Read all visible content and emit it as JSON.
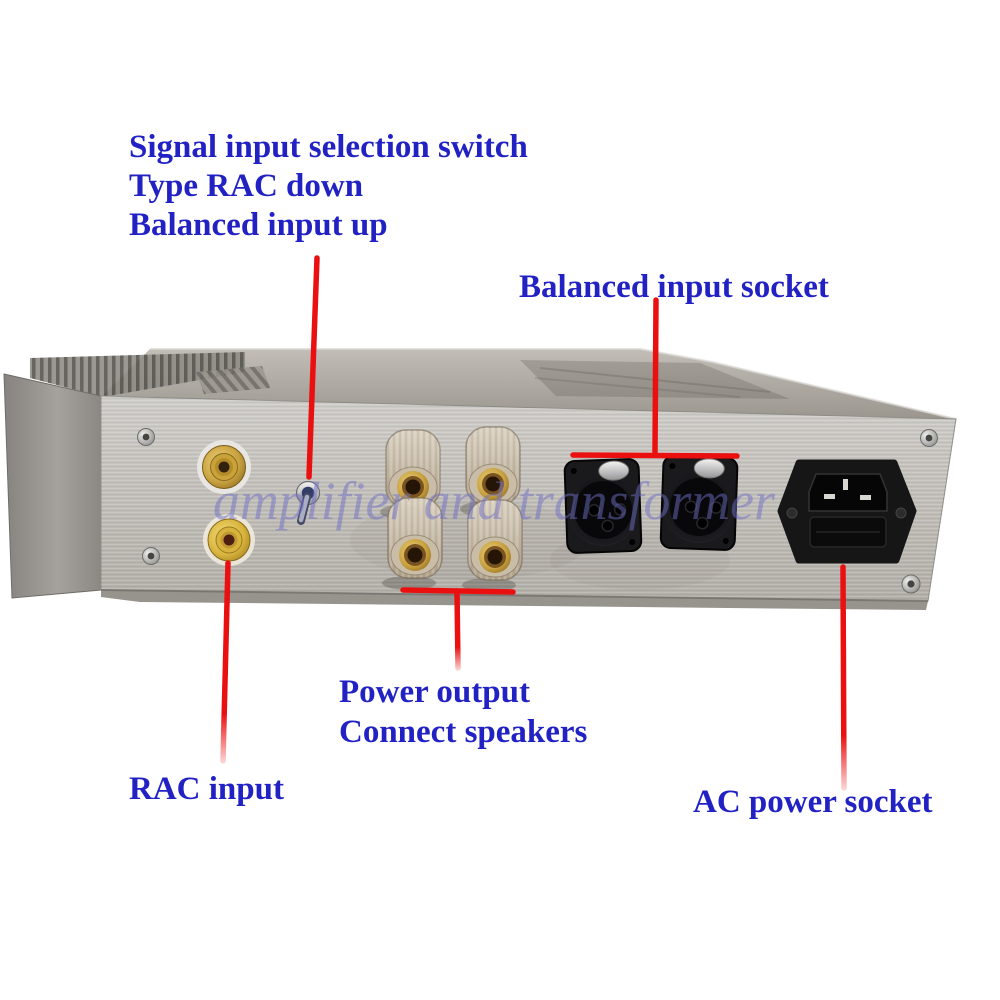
{
  "annotations": {
    "signal_switch": {
      "line1": "Signal input selection switch",
      "line2": "Type RAC down",
      "line3": "Balanced input up"
    },
    "balanced_input": "Balanced input socket",
    "power_output": {
      "line1": "Power output",
      "line2": "Connect speakers"
    },
    "rac_input": "RAC input",
    "ac_power": "AC power socket"
  },
  "watermark": "amplifier and transformer",
  "colors": {
    "label-blue": "#2222c4",
    "leader-red": "#ea1010",
    "watermark-blue": "#6d6dc4",
    "chassis-silver": "#c2bfba",
    "chassis-top": "#a8a39b",
    "heatsink-gray": "#908d88",
    "gold-connector": "#c9a240",
    "black-socket": "#161618",
    "background": "#ffffff"
  },
  "device": {
    "parts": [
      "rca-input-jack-upper",
      "rca-input-jack-lower",
      "signal-input-selection-switch",
      "speaker-binding-post-x4",
      "balanced-xlr-socket-x2",
      "ac-power-inlet-with-fuse",
      "panel-screw-x4"
    ]
  }
}
